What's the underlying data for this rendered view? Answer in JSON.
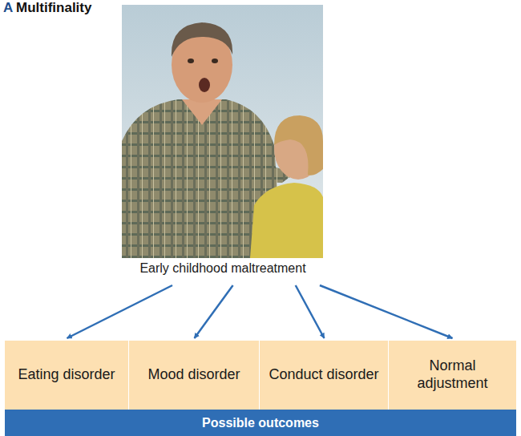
{
  "diagram": {
    "title": "Multifinality",
    "nodes": [
      {
        "text": [
          "Early childhood maltreatment"
        ]
      },
      {
        "text": [
          "Eating disorder"
        ]
      },
      {
        "text": [
          "Mood disorder"
        ]
      },
      {
        "text": [
          "Conduct disorder"
        ]
      },
      {
        "text": [
          "Normal adjustment"
        ]
      },
      {
        "text": [
          "Possible outcomes"
        ]
      }
    ],
    "edges": [
      {
        "from": 0,
        "to": 1,
        "arrow": "to"
      },
      {
        "from": 0,
        "to": 2,
        "arrow": "to"
      },
      {
        "from": 0,
        "to": 3,
        "arrow": "to"
      },
      {
        "from": 0,
        "to": 4,
        "arrow": "to"
      }
    ],
    "labels": [
      "A"
    ]
  }
}
